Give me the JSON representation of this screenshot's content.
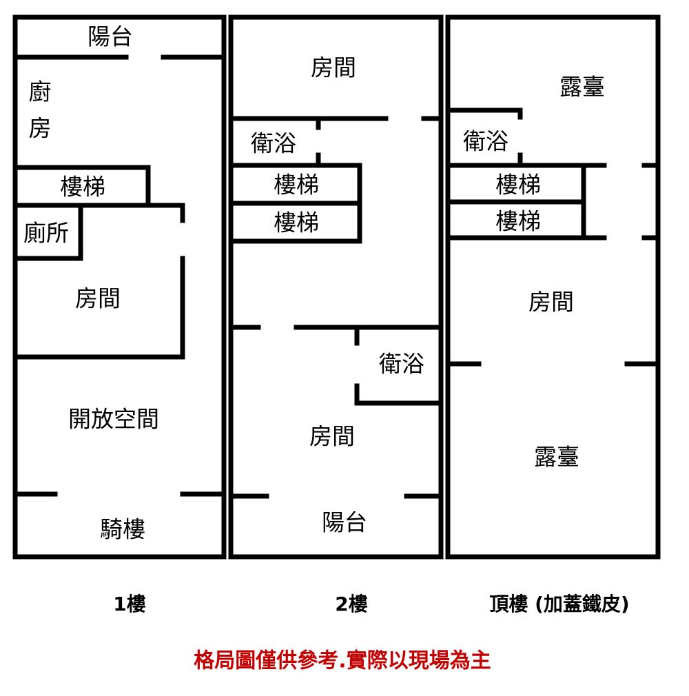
{
  "colors": {
    "wall": "#000000",
    "note": "#c40000"
  },
  "floors": [
    {
      "label": "1樓",
      "rooms": [
        "陽台",
        "廚",
        "房",
        "樓梯",
        "廁所",
        "房間",
        "開放空間",
        "騎樓"
      ]
    },
    {
      "label": "2樓",
      "rooms": [
        "房間",
        "衛浴",
        "樓梯",
        "樓梯",
        "衛浴",
        "房間",
        "陽台"
      ]
    },
    {
      "label": "頂樓 (加蓋鐵皮)",
      "rooms": [
        "露臺",
        "衛浴",
        "樓梯",
        "樓梯",
        "房間",
        "露臺"
      ]
    }
  ],
  "note": "格局圖僅供參考.實際以現場為主"
}
